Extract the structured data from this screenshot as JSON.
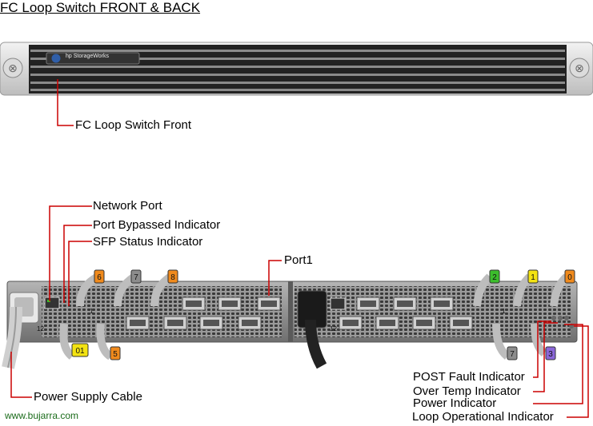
{
  "title": "FC Loop Switch FRONT & BACK",
  "front": {
    "brand_label": "hp StorageWorks",
    "callout": "FC Loop Switch Front"
  },
  "back": {
    "callouts_top": [
      "Network Port",
      "Port Bypassed Indicator",
      "SFP Status Indicator"
    ],
    "port1_label": "Port1",
    "power_cable_label": "Power Supply Cable",
    "callouts_right": [
      "POST Fault Indicator",
      "Over Temp Indicator",
      "Power Indicator",
      "Loop Operational Indicator"
    ],
    "cable_tags_left": [
      "6",
      "7",
      "8"
    ],
    "cable_tags_left_bottom": [
      "01",
      "5"
    ],
    "cable_tags_right": [
      "2",
      "1",
      "0"
    ],
    "cable_tags_right_bottom": [
      "7",
      "3"
    ],
    "port_numbers_left": [
      "12",
      "1"
    ],
    "port_numbers_right": [
      "12",
      "1"
    ]
  },
  "credit": "www.bujarra.com",
  "colors": {
    "callout_line": "#cc0000",
    "tag_orange": "#f08a1c",
    "tag_green": "#3cbd2c",
    "tag_yellow": "#f3e312",
    "tag_purple": "#8a66d8",
    "chassis": "#8c8c8c"
  }
}
